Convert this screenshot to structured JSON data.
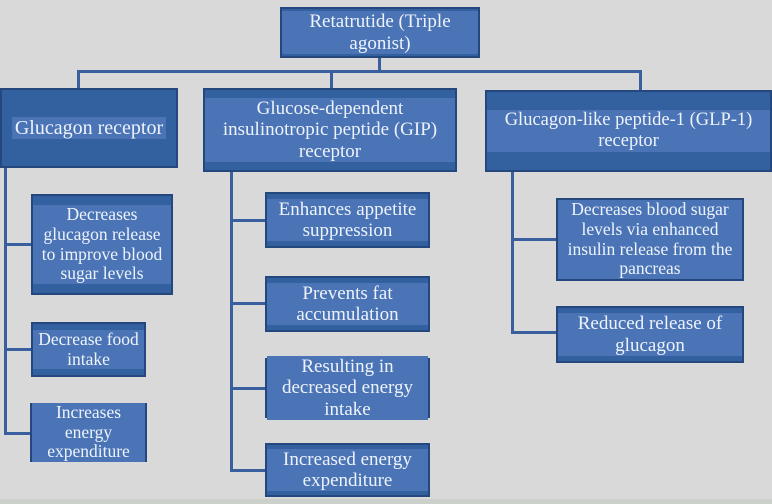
{
  "title": "Retatrutide mechanism of action flowchart",
  "colors": {
    "box_fill": "#33619f",
    "box_border": "#24487e",
    "highlight": "#4a74b5",
    "text": "#eef3fb",
    "connector": "#3a5f9f",
    "background": "#d9d9d9",
    "bottom_strip": "#ccd0cb"
  },
  "boxes": {
    "root": {
      "label": "Retatrutide (Triple agonist)"
    },
    "left_header": {
      "label": "Glucagon receptor"
    },
    "mid_header": {
      "label": "Glucose-dependent insulinotropic peptide (GIP) receptor"
    },
    "right_header": {
      "label": "Glucagon-like peptide-1 (GLP-1) receptor"
    },
    "left_1": {
      "label": "Decreases glucagon release to improve blood sugar levels"
    },
    "left_2": {
      "label": "Decrease food intake"
    },
    "left_3": {
      "label": "Increases energy expenditure"
    },
    "mid_1": {
      "label": "Enhances appetite suppression"
    },
    "mid_2": {
      "label": "Prevents fat accumulation"
    },
    "mid_3": {
      "label": "Resulting in decreased energy intake"
    },
    "mid_4": {
      "label": "Increased energy expenditure"
    },
    "right_1": {
      "label": "Decreases blood sugar levels via enhanced insulin release from the pancreas"
    },
    "right_2": {
      "label": "Reduced release of glucagon"
    }
  }
}
